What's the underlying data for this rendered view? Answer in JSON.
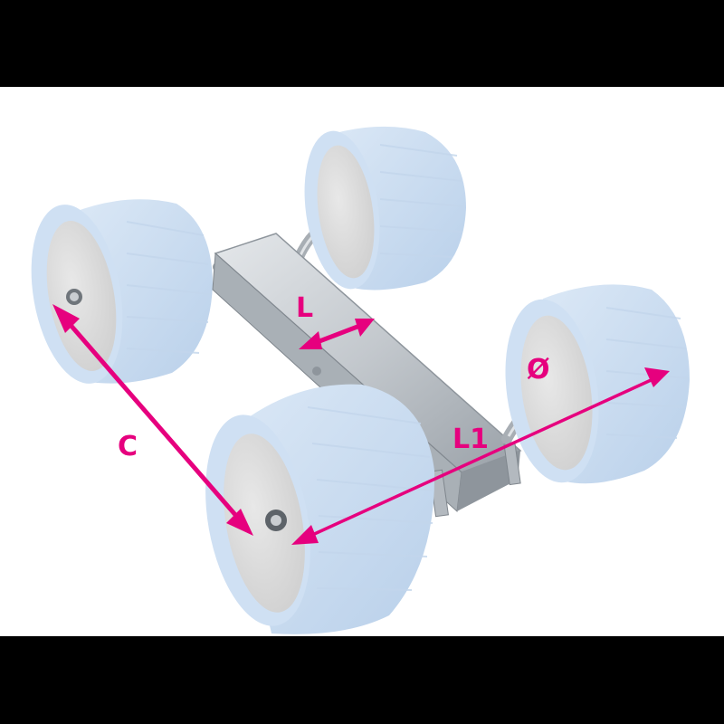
{
  "diagram": {
    "subject": "Twin wobble roller assembly",
    "colors": {
      "background": "#ffffff",
      "letterbox": "#000000",
      "annotation": "#e6007e",
      "roller": "#cfe0f3",
      "roller_shade": "#b6cde8",
      "roller_face": "#dcdcdc",
      "steel": "#c8ccd0",
      "steel_dark": "#8e959c"
    },
    "components": {
      "rollers": [
        {
          "id": "roller-back-left",
          "label": ""
        },
        {
          "id": "roller-back-right",
          "label": ""
        },
        {
          "id": "roller-front-left",
          "label": ""
        },
        {
          "id": "roller-front-right",
          "label": ""
        }
      ],
      "bracket": "Galvanised steel bracket",
      "axles": "Bent steel axles"
    },
    "dimensions": {
      "L": {
        "label": "L",
        "meaning": "bracket width"
      },
      "C": {
        "label": "C",
        "meaning": "roller spacing"
      },
      "L1": {
        "label": "L1",
        "meaning": "overall length"
      },
      "D": {
        "label": "Ø",
        "meaning": "roller diameter"
      }
    }
  }
}
